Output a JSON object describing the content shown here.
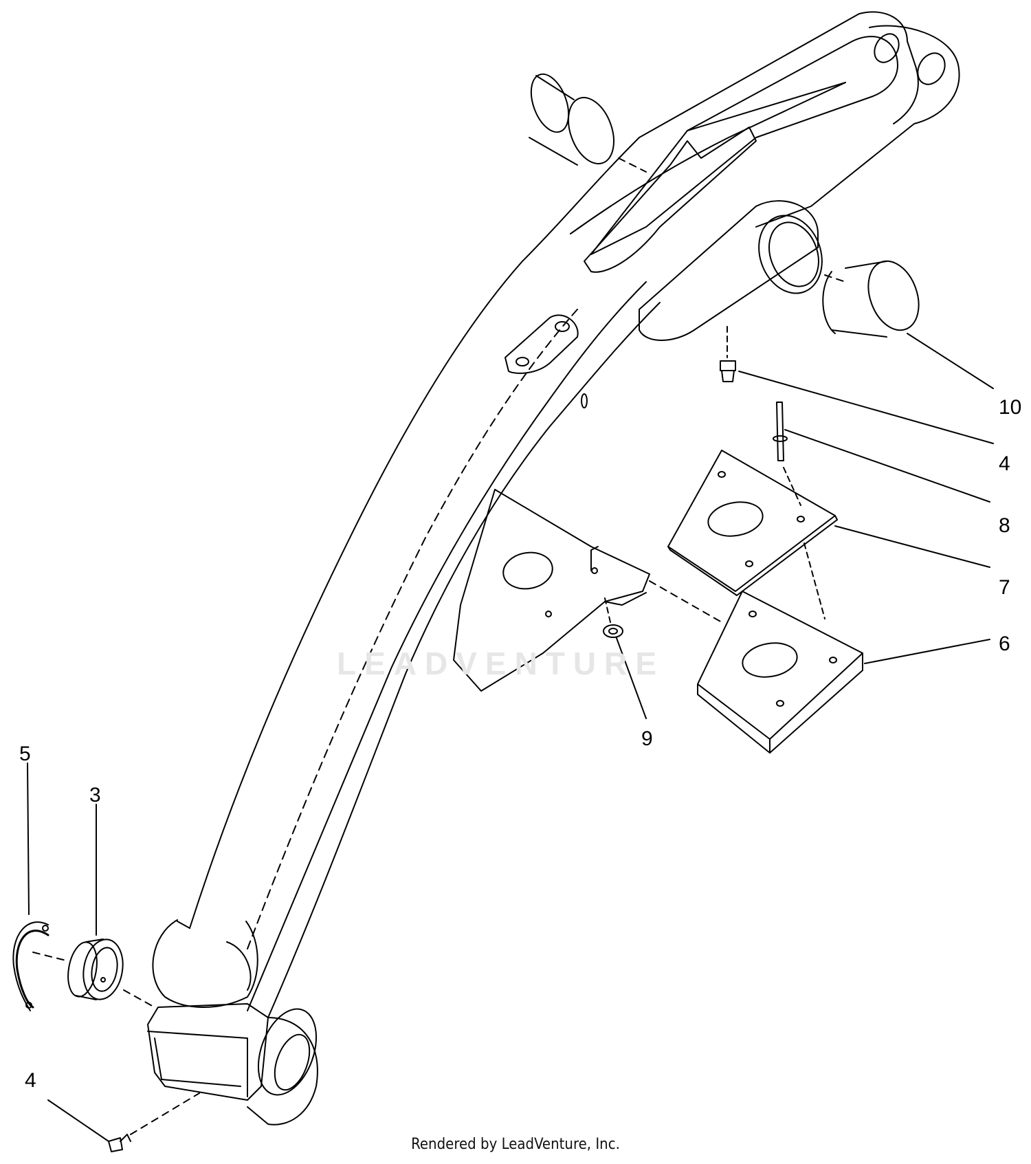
{
  "diagram": {
    "callouts": [
      {
        "id": "c10",
        "label": "10"
      },
      {
        "id": "c4a",
        "label": "4"
      },
      {
        "id": "c8",
        "label": "8"
      },
      {
        "id": "c7",
        "label": "7"
      },
      {
        "id": "c6",
        "label": "6"
      },
      {
        "id": "c9",
        "label": "9"
      },
      {
        "id": "c5",
        "label": "5"
      },
      {
        "id": "c3",
        "label": "3"
      },
      {
        "id": "c4b",
        "label": "4"
      }
    ],
    "watermark": "LEADVENTURE",
    "credit": "Rendered by LeadVenture, Inc."
  }
}
